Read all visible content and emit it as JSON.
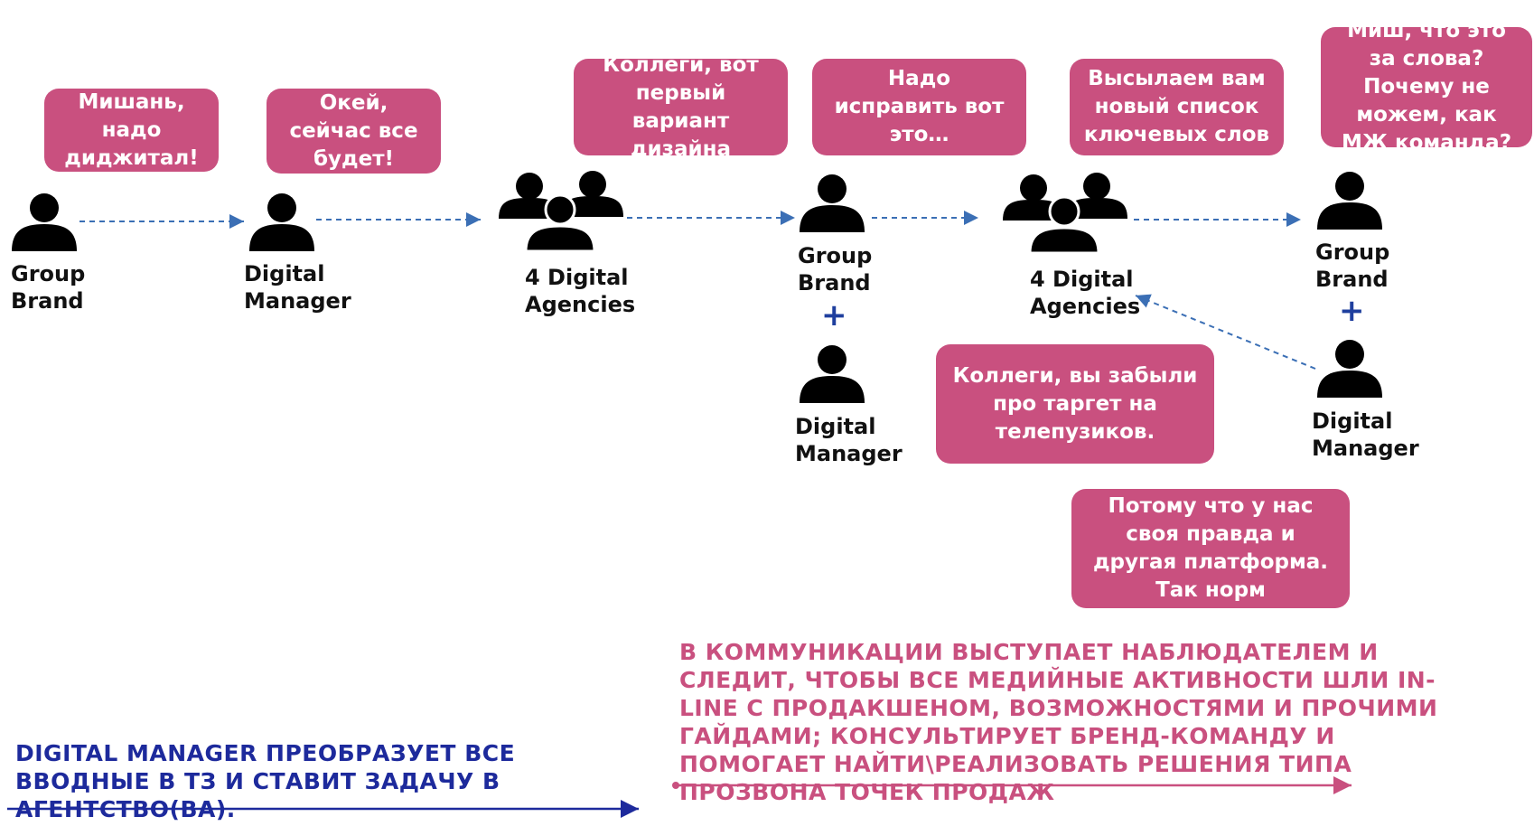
{
  "colors": {
    "bubble": "#c9507f",
    "blue_text": "#1d2a9c",
    "pink_text": "#c9507f",
    "arrow": "#3b6fb5"
  },
  "icons": [
    "person-icon",
    "group-icon"
  ],
  "bubbles": {
    "b1": "Мишань, надо диджитал!",
    "b2": "Окей, сейчас все будет!",
    "b3": "Коллеги, вот первый вариант дизайна",
    "b4": "Надо исправить вот это…",
    "b5": "Высылаем вам новый список ключевых слов",
    "b6": "Миш, что это за слова? Почему не можем, как МЖ команда?",
    "b7": "Коллеги, вы забыли про таргет на телепузиков.",
    "b8": "Потому что у нас своя правда и другая платформа. Так норм"
  },
  "labels": {
    "group_brand_1": "Group Brand",
    "digital_manager_1": "Digital Manager",
    "agencies_1": "4 Digital Agencies",
    "group_brand_2": "Group Brand",
    "digital_manager_2": "Digital Manager",
    "agencies_2": "4 Digital Agencies",
    "group_brand_3": "Group Brand",
    "digital_manager_3": "Digital Manager",
    "plus": "+"
  },
  "notes": {
    "blue": "DIGITAL MANAGER ПРЕОБРАЗУЕТ ВСЕ ВВОДНЫЕ В ТЗ И СТАВИТ ЗАДАЧУ В АГЕНТСТВО(ВА).",
    "pink": "В КОММУНИКАЦИИ ВЫСТУПАЕТ НАБЛЮДАТЕЛЕМ И СЛЕДИТ, ЧТОБЫ ВСЕ МЕДИЙНЫЕ АКТИВНОСТИ ШЛИ IN-LINE С ПРОДАКШЕНОМ, ВОЗМОЖНОСТЯМИ И ПРОЧИМИ ГАЙДАМИ; КОНСУЛЬТИРУЕТ БРЕНД-КОМАНДУ И ПОМОГАЕТ НАЙТИ\\РЕАЛИЗОВАТЬ РЕШЕНИЯ ТИПА ПРОЗВОНА ТОЧЕК ПРОДАЖ"
  }
}
